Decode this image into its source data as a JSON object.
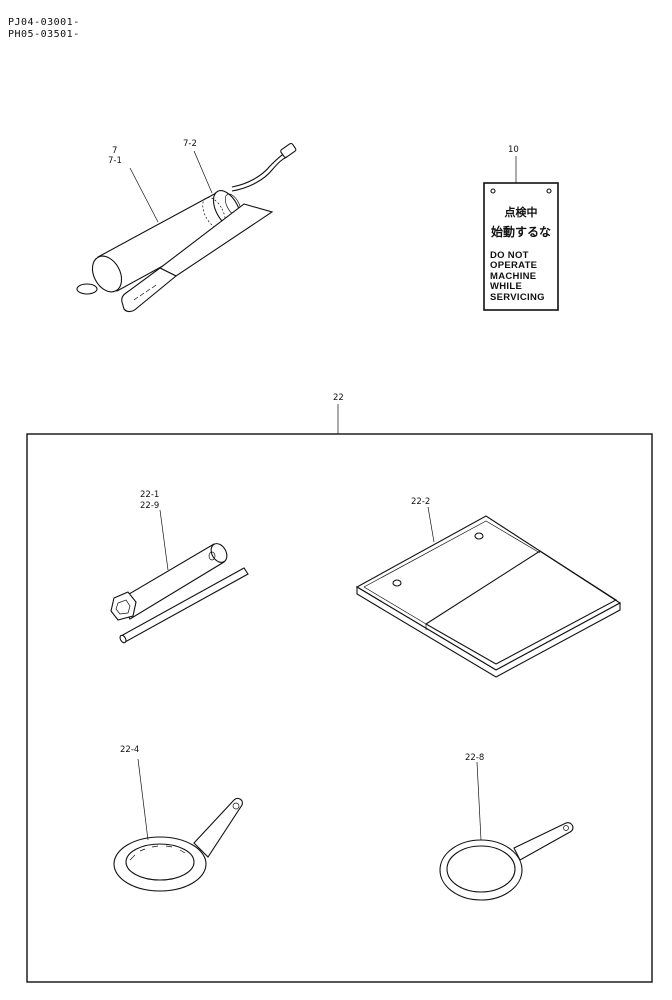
{
  "header": {
    "serial_1": "PJ04-03001-",
    "serial_2": "PH05-03501-"
  },
  "callouts": {
    "grease_gun_a": "7",
    "grease_gun_b": "7-1",
    "grease_gun_nozzle": "7-2",
    "warning_tag": "10",
    "tool_kit": "22",
    "box_wrench_a": "22-1",
    "box_wrench_b": "22-9",
    "tool_bag": "22-2",
    "spanner_large": "22-4",
    "spanner_small": "22-8"
  },
  "warning_tag": {
    "jp_line_1": "点検中",
    "jp_line_2": "始動するな",
    "en_line_1": "DO NOT",
    "en_line_2": "OPERATE",
    "en_line_3": "MACHINE",
    "en_line_4": "WHILE",
    "en_line_5": "SERVICING"
  }
}
